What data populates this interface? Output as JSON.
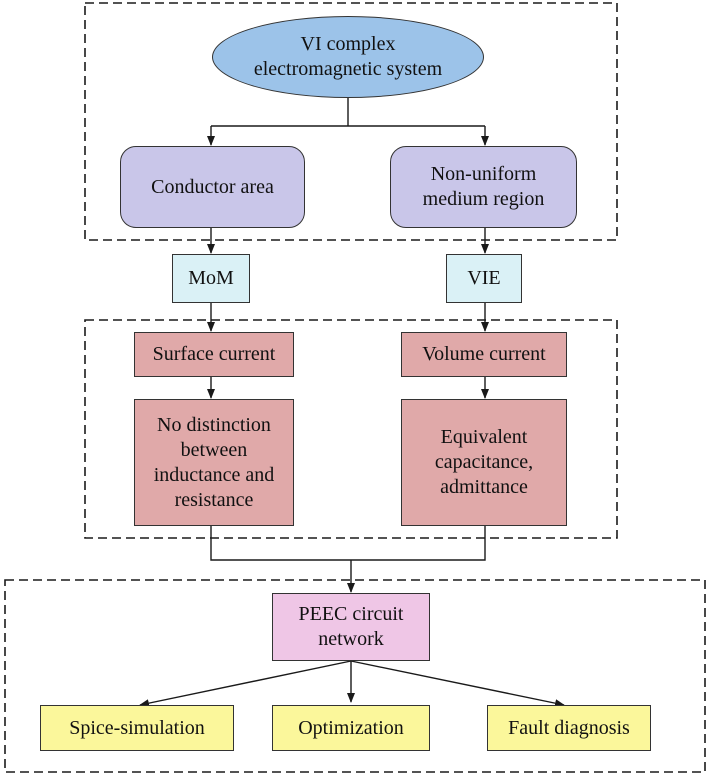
{
  "colors": {
    "ellipse": "#9cc3e9",
    "region": "#c9c6e9",
    "method": "#daf1f6",
    "current": "#e0a9a9",
    "peec": "#efc6e6",
    "application": "#fbf79b",
    "line": "#1a1a1a",
    "dashed_border": "#1a1a1a"
  },
  "nodes": {
    "system": "VI complex\nelectromagnetic system",
    "conductor": "Conductor area",
    "medium": "Non-uniform\nmedium region",
    "mom": "MoM",
    "vie": "VIE",
    "surface_current": "Surface current",
    "volume_current": "Volume current",
    "no_distinction": "No distinction\nbetween\ninductance and\nresistance",
    "equivalent": "Equivalent\ncapacitance,\nadmittance",
    "peec": "PEEC circuit\nnetwork",
    "spice": "Spice-simulation",
    "optimization": "Optimization",
    "fault": "Fault diagnosis"
  }
}
